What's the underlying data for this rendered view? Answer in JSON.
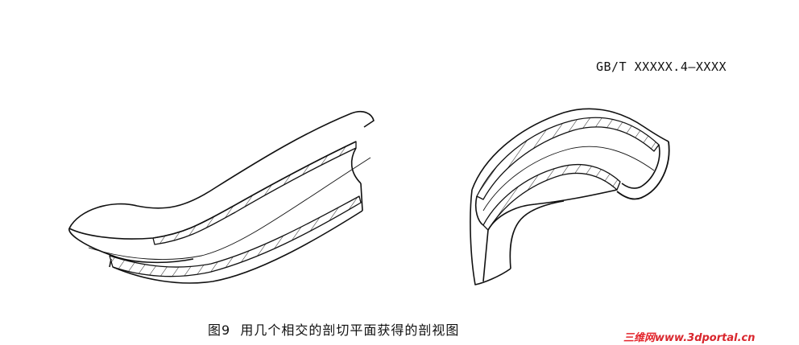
{
  "header": {
    "standard_code": "GB/T XXXXX.4—XXXX"
  },
  "figure": {
    "caption": "图9  用几个相交的剖切平面获得的剖视图",
    "left_view": "section-view-left",
    "right_view": "section-view-right"
  },
  "watermark": {
    "prefix": "三维网",
    "site": "www.3dportal.cn",
    "prefix_color": "#e4262d",
    "site_color": "#d9262d"
  }
}
